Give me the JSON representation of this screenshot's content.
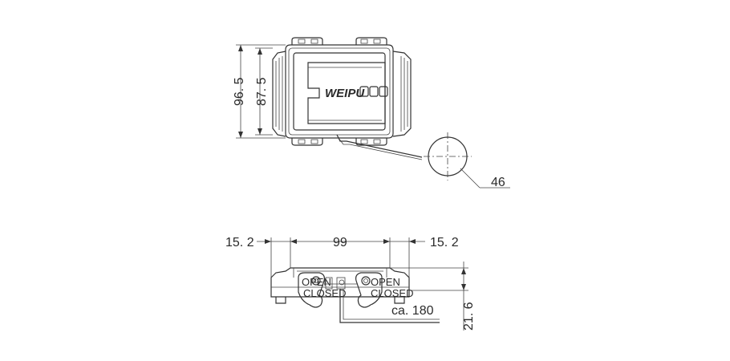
{
  "drawing": {
    "top_view": {
      "logo_text": "WEIPU",
      "dim_height_outer": "96. 5",
      "dim_height_inner": "87. 5",
      "dim_cap_diameter": "46"
    },
    "side_view": {
      "dim_left": "15. 2",
      "dim_middle": "99",
      "dim_right": "15. 2",
      "dim_height": "21. 6",
      "dim_cable_length": "ca. 180",
      "latch_mark_open": "OPEN",
      "latch_mark_closed": "CLOSED"
    }
  }
}
